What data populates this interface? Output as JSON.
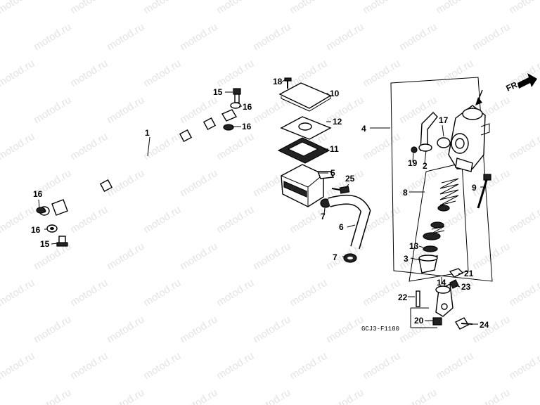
{
  "watermark": "motod.ru",
  "diagram_code": "GCJ3-F1100",
  "direction_label": "FR.",
  "callouts": [
    "1",
    "2",
    "3",
    "4",
    "5",
    "6",
    "7",
    "7",
    "8",
    "9",
    "10",
    "11",
    "12",
    "13",
    "14",
    "15",
    "15",
    "16",
    "16",
    "16",
    "16",
    "17",
    "18",
    "19",
    "20",
    "21",
    "22",
    "23",
    "24",
    "25"
  ]
}
